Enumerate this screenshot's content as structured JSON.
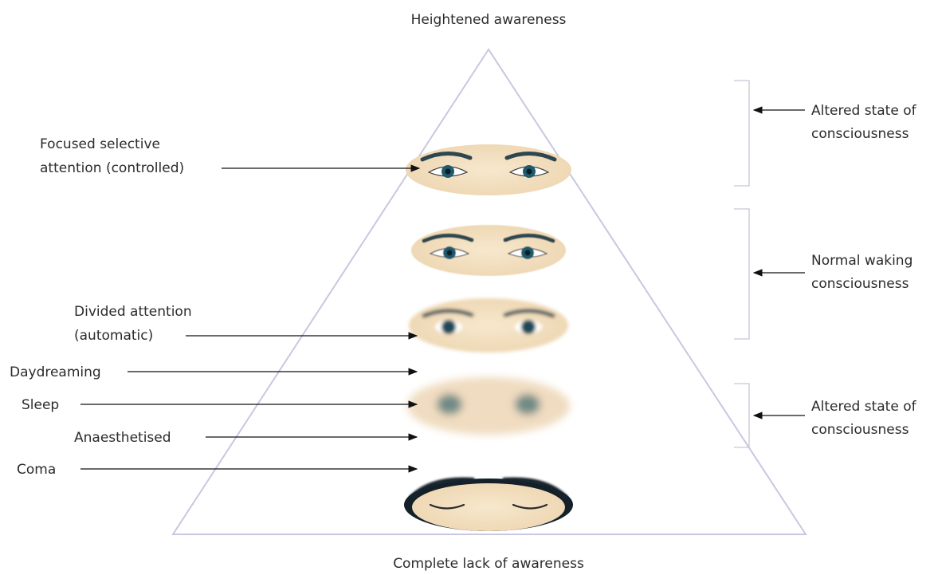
{
  "diagram": {
    "top_label": "Heightened awareness",
    "bottom_label": "Complete lack of awareness",
    "left_labels": {
      "focused": [
        "Focused selective",
        "attention (controlled)"
      ],
      "divided": [
        "Divided attention",
        "(automatic)"
      ],
      "daydreaming": "Daydreaming",
      "sleep": "Sleep",
      "anaesthetised": "Anaesthetised",
      "coma": "Coma"
    },
    "right_labels": {
      "altered_top": [
        "Altered state of",
        "consciousness"
      ],
      "normal": [
        "Normal waking",
        "consciousness"
      ],
      "altered_bottom": [
        "Altered state of",
        "consciousness"
      ]
    },
    "eye_levels": [
      {
        "state": "focused",
        "openness": 1.0,
        "blur": 0
      },
      {
        "state": "normal",
        "openness": 1.0,
        "blur": 0.5
      },
      {
        "state": "divided",
        "openness": 0.9,
        "blur": 2.2
      },
      {
        "state": "sleep",
        "openness": 0.8,
        "blur": 4.5
      },
      {
        "state": "coma",
        "openness": 0.0,
        "blur": 0
      }
    ],
    "colors": {
      "triangle": "#c9c7e2",
      "skin": "#f4e2c4",
      "iris": "#1f5a6e",
      "brow": "#2e4650",
      "hair": "#14212a"
    }
  }
}
